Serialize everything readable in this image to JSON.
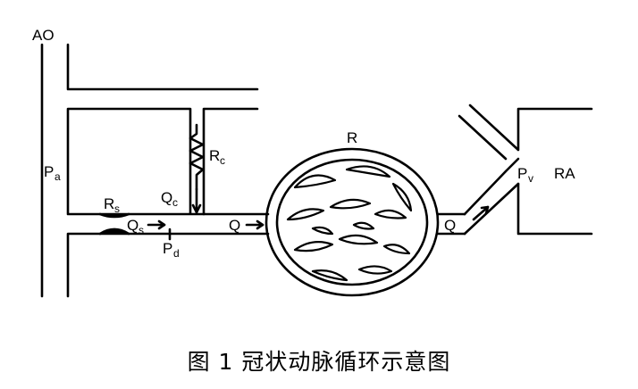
{
  "labels": {
    "ao": "AO",
    "pa_main": "P",
    "pa_sub": "a",
    "rs_main": "R",
    "rs_sub": "s",
    "rc_main": "R",
    "rc_sub": "c",
    "qc_main": "Q",
    "qc_sub": "c",
    "qs_main": "Q",
    "qs_sub": "s",
    "pd_main": "P",
    "pd_sub": "d",
    "q_left": "Q",
    "r": "R",
    "q_right": "Q",
    "pv_main": "P",
    "pv_sub": "v",
    "ra": "RA"
  },
  "caption": "图 1  冠状动脉循环示意图"
}
